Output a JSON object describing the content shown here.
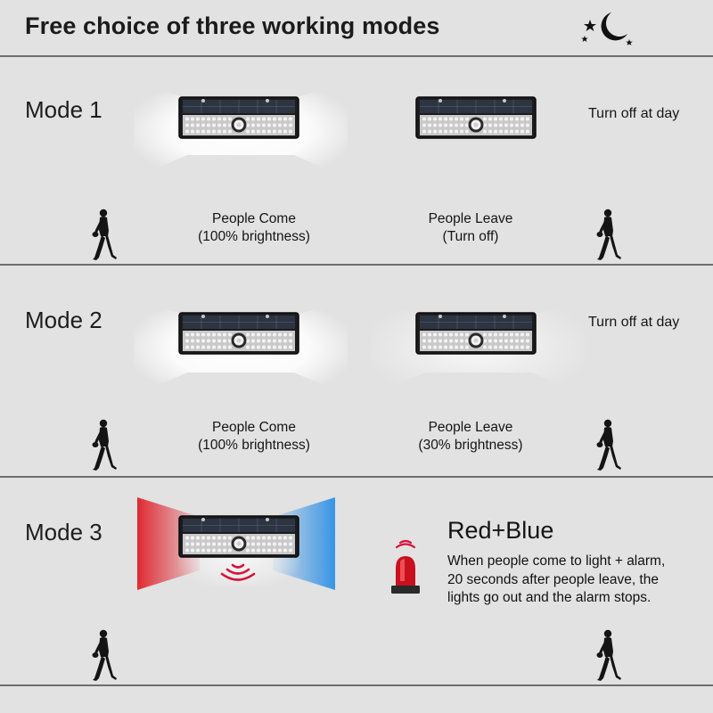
{
  "header": {
    "title": "Free choice of three working modes",
    "icon": "moon-stars-icon"
  },
  "modes": [
    {
      "title": "Mode 1",
      "day_note": "Turn off at day",
      "come": {
        "line1": "People Come",
        "line2": "(100% brightness)"
      },
      "leave": {
        "line1": "People Leave",
        "line2": "(Turn off)"
      }
    },
    {
      "title": "Mode 2",
      "day_note": "Turn off at day",
      "come": {
        "line1": "People Come",
        "line2": "(100% brightness)"
      },
      "leave": {
        "line1": "People Leave",
        "line2": "(30% brightness)"
      }
    },
    {
      "title": "Mode 3",
      "alarm_title": "Red+Blue",
      "alarm_lines": [
        "When people come to light + alarm,",
        "20 seconds after people leave, the",
        "lights go out and the alarm stops."
      ]
    }
  ],
  "icons": {
    "panel": "solar-light-icon",
    "walker": "walking-person-icon",
    "siren": "red-siren-icon",
    "sound": "sound-waves-icon"
  },
  "colors": {
    "background": "#e2e2e2",
    "alarm_red": "#e0202a",
    "alarm_blue": "#2e8fe6",
    "glow": "#ffffff"
  }
}
